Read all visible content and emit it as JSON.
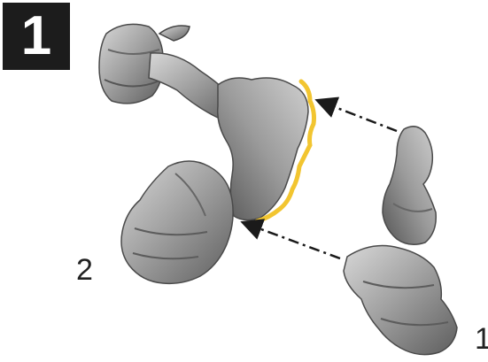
{
  "step": {
    "number": "1"
  },
  "parts": [
    {
      "id": "part-1",
      "label": "1"
    },
    {
      "id": "part-2",
      "label": "2"
    }
  ],
  "colors": {
    "badge": "#1c1c1c",
    "badge_text": "#ffffff",
    "glue_highlight": "#f2c530",
    "model_grey": "#9a9a9a",
    "model_shadow": "#5e5e5e",
    "arrow": "#1a1a1a"
  },
  "icons": [
    "leader-arrow",
    "glue-line"
  ]
}
